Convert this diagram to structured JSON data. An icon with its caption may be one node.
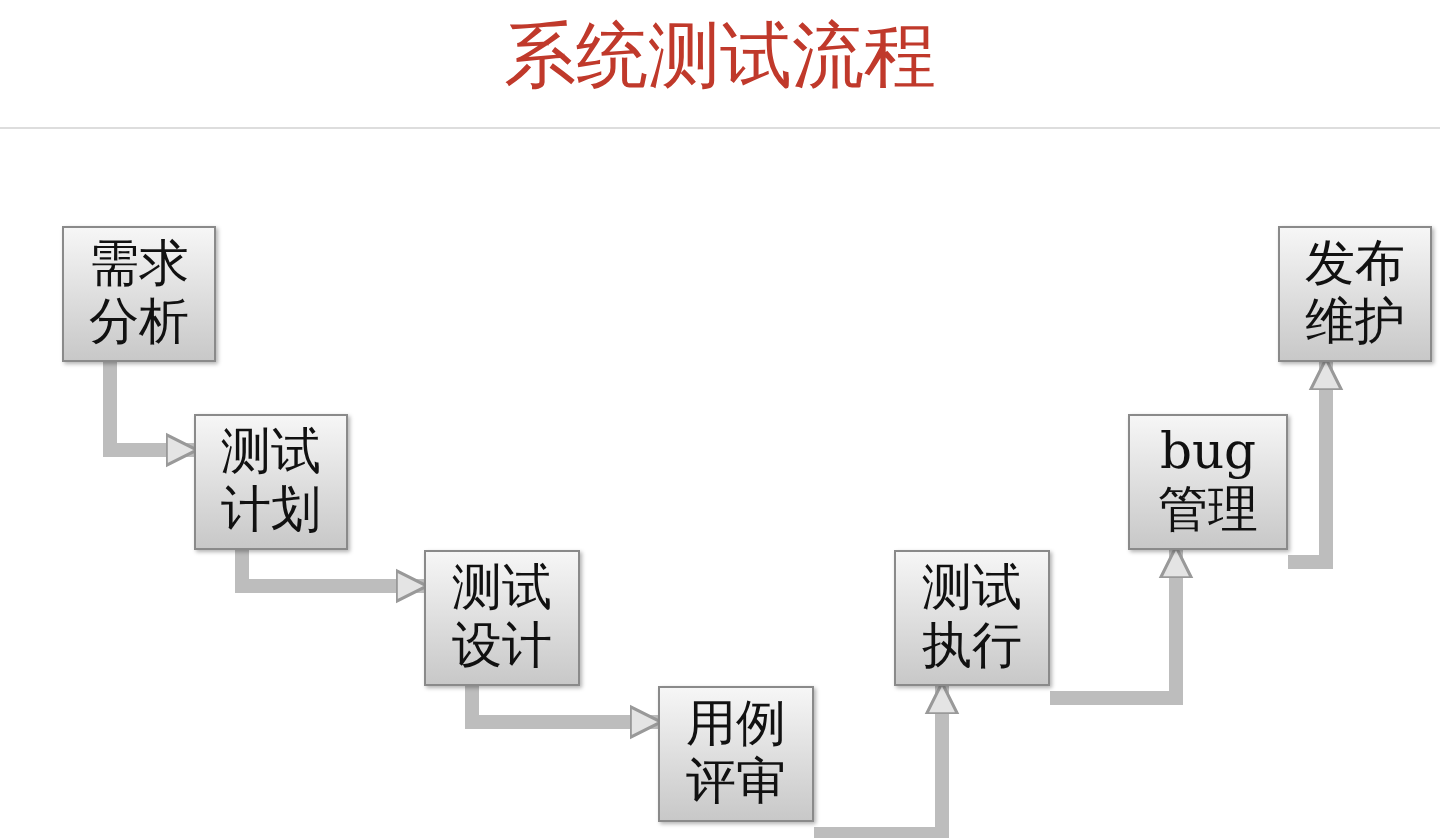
{
  "diagram": {
    "title": "系统测试流程",
    "nodes": [
      {
        "text": [
          "需求分析"
        ]
      },
      {
        "text": [
          "测试计划"
        ]
      },
      {
        "text": [
          "测试设计"
        ]
      },
      {
        "text": [
          "用例评审"
        ]
      },
      {
        "text": [
          "测试执行"
        ]
      },
      {
        "text": [
          "bug管理"
        ]
      },
      {
        "text": [
          "发布维护"
        ]
      }
    ],
    "edges": [
      {
        "from": 0,
        "to": 1,
        "arrow": "to"
      },
      {
        "from": 1,
        "to": 2,
        "arrow": "to"
      },
      {
        "from": 2,
        "to": 3,
        "arrow": "to"
      },
      {
        "from": 3,
        "to": 4,
        "arrow": "to"
      },
      {
        "from": 4,
        "to": 5,
        "arrow": "to"
      },
      {
        "from": 5,
        "to": 6,
        "arrow": "to"
      }
    ]
  }
}
